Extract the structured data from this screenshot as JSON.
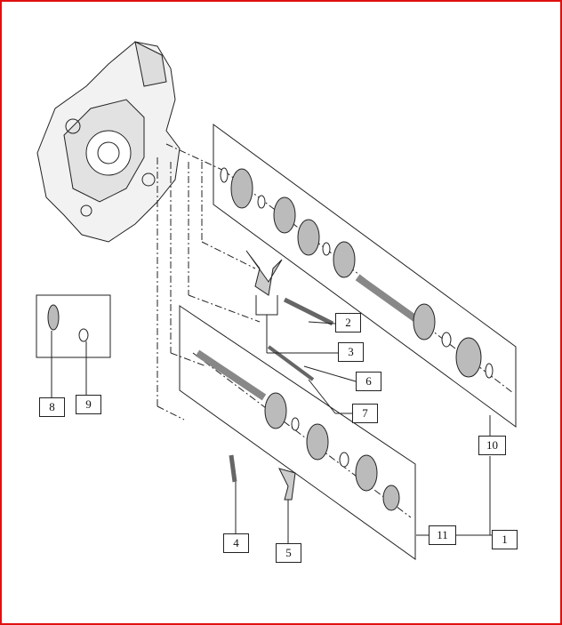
{
  "diagram": {
    "colors": {
      "border": "#e01010",
      "line": "#222222"
    },
    "callouts": {
      "c1": "1",
      "c2": "2",
      "c3": "3",
      "c4": "4",
      "c5": "5",
      "c6": "6",
      "c7": "7",
      "c8": "8",
      "c9": "9",
      "c10": "10",
      "c11": "11"
    }
  }
}
